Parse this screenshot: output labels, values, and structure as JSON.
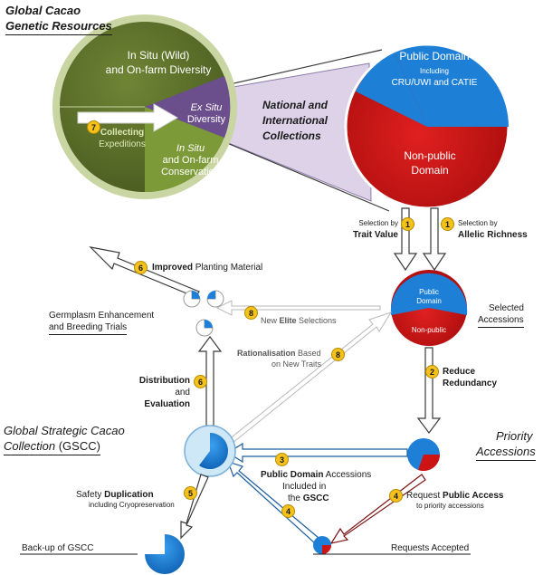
{
  "title": {
    "line1": "Global Cacao",
    "line2": "Genetic Resources"
  },
  "green_circle": {
    "wild_line1": "In Situ (Wild)",
    "wild_line2": "and On-farm Diversity",
    "exsitu_line1": "Ex Situ",
    "exsitu_line2": "Diversity",
    "insitu_line1": "In Situ",
    "insitu_line2": "and On-farm",
    "insitu_line3": "Conservation",
    "collecting_line1": "Collecting",
    "collecting_line2": "Expeditions",
    "collecting_num": "7"
  },
  "national": {
    "line1": "National and",
    "line2": "International",
    "line3": "Collections"
  },
  "red_circle": {
    "public_line1": "Public Domain",
    "public_line2": "Including",
    "public_line3": "CRU/UWI and CATIE",
    "nonpublic_line1": "Non-public",
    "nonpublic_line2": "Domain"
  },
  "selection": {
    "trait_line1": "Selection by",
    "trait_line2": "Trait Value",
    "trait_num": "1",
    "allelic_line1": "Selection by",
    "allelic_line2": "Allelic Richness",
    "allelic_num": "1"
  },
  "selected_circle": {
    "public_line1": "Public",
    "public_line2": "Domain",
    "nonpublic": "Non-public"
  },
  "selected_label": {
    "line1": "Selected",
    "line2": "Accessions"
  },
  "reduce": {
    "num": "2",
    "line1": "Reduce",
    "line2": "Redundancy"
  },
  "priority": {
    "line1": "Priority",
    "line2": "Accessions"
  },
  "improved": {
    "num": "6",
    "bold": "Improved",
    "rest": " Planting Material"
  },
  "germplasm": {
    "line1": "Germplasm Enhancement",
    "line2": "and Breeding Trials"
  },
  "elite": {
    "num": "8",
    "pre": "New ",
    "bold": "Elite",
    "post": " Selections"
  },
  "rational": {
    "num": "8",
    "bold": "Rationalisation",
    "rest": " Based",
    "line2": "on New Traits"
  },
  "distribution": {
    "num": "6",
    "line1": "Distribution",
    "line2_pre": "and ",
    "line2_bold": "Evaluation"
  },
  "gscc": {
    "line1": "Global Strategic Cacao",
    "line2_it": "Collection",
    "line2_rest": " (GSCC)"
  },
  "public_included": {
    "num": "3",
    "bold": "Public Domain",
    "rest": " Accessions",
    "line2": "Included in",
    "line3_pre": "the ",
    "line3_bold": "GSCC"
  },
  "safety": {
    "num": "5",
    "pre": "Safety ",
    "bold": "Duplication",
    "line2": "including Cryopreservation"
  },
  "request": {
    "num": "4",
    "pre": "Request ",
    "bold": "Public Access",
    "line2": "to priority accessions"
  },
  "requests_accepted": {
    "num": "4",
    "label": "Requests Accepted"
  },
  "backup": {
    "label": "Back-up of GSCC"
  },
  "colors": {
    "green_dark": "#5a6e2a",
    "green_light": "#7d9a38",
    "purple": "#6b4e8c",
    "red": "#cc1414",
    "blue": "#1e7fd6",
    "badge": "#f5c21b"
  }
}
